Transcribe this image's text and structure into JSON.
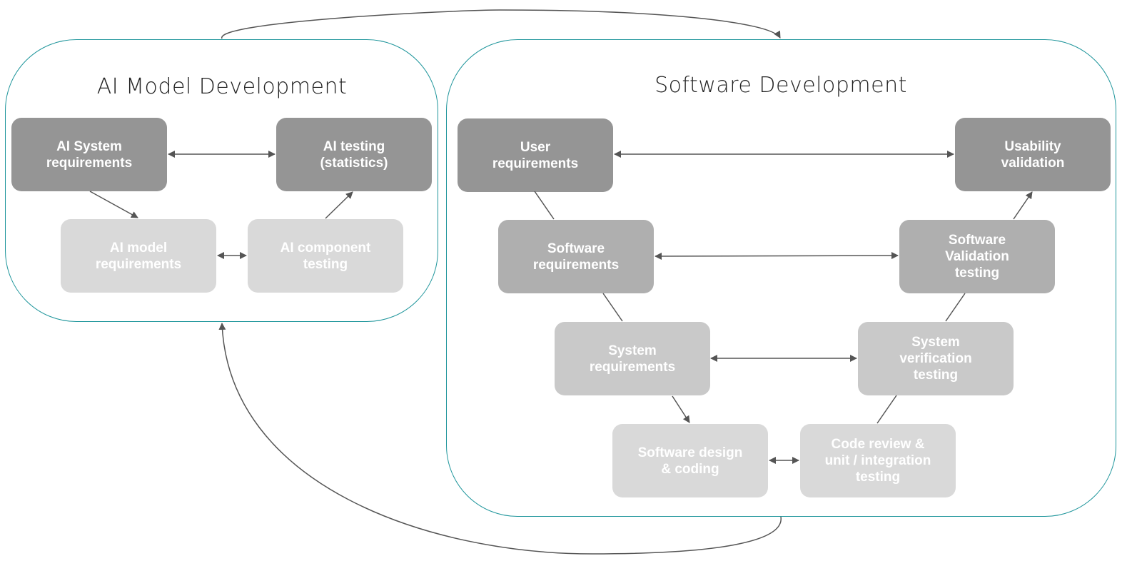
{
  "ai_model_development": {
    "title": "AI Model Development",
    "boxes": {
      "ai_system_requirements": "AI System\nrequirements",
      "ai_testing_statistics": "AI testing\n(statistics)",
      "ai_model_requirements": "AI model\nrequirements",
      "ai_component_testing": "AI component\ntesting"
    }
  },
  "software_development": {
    "title": "Software Development",
    "boxes": {
      "user_requirements": "User\nrequirements",
      "usability_validation": "Usability\nvalidation",
      "software_requirements": "Software\nrequirements",
      "software_validation_testing": "Software\nValidation\ntesting",
      "system_requirements": "System\nrequirements",
      "system_verification_testing": "System\nverification\ntesting",
      "software_design_coding": "Software design\n& coding",
      "code_review_testing": "Code review &\nunit / integration\ntesting"
    }
  },
  "colors": {
    "frame_border": "#1e959b",
    "box_dark": "#959595",
    "box_mid": "#afafaf",
    "box_light": "#c9c9c9",
    "box_pale": "#d9d9d9",
    "connector": "#555555"
  }
}
